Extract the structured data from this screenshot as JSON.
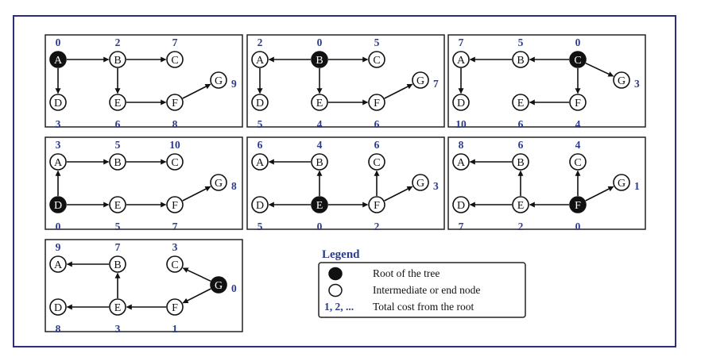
{
  "figure": {
    "colors": {
      "frame": "#2b2e78",
      "cost": "#2b3a8c",
      "line": "#111111",
      "root_fill": "#111111",
      "node_fill": "#ffffff"
    },
    "panels": [
      {
        "root": "A",
        "costs": {
          "A": "0",
          "B": "2",
          "C": "7",
          "D": "3",
          "E": "6",
          "F": "8",
          "G": "9"
        }
      },
      {
        "root": "B",
        "costs": {
          "A": "2",
          "B": "0",
          "C": "5",
          "D": "5",
          "E": "4",
          "F": "6",
          "G": "7"
        }
      },
      {
        "root": "C",
        "costs": {
          "A": "7",
          "B": "5",
          "C": "0",
          "D": "10",
          "E": "6",
          "F": "4",
          "G": "3"
        }
      },
      {
        "root": "D",
        "costs": {
          "A": "3",
          "B": "5",
          "C": "10",
          "D": "0",
          "E": "5",
          "F": "7",
          "G": "8"
        }
      },
      {
        "root": "E",
        "costs": {
          "A": "6",
          "B": "4",
          "C": "6",
          "D": "5",
          "E": "0",
          "F": "2",
          "G": "3"
        }
      },
      {
        "root": "F",
        "costs": {
          "A": "8",
          "B": "6",
          "C": "4",
          "D": "7",
          "E": "2",
          "F": "0",
          "G": "1"
        }
      },
      {
        "root": "G",
        "costs": {
          "A": "9",
          "B": "7",
          "C": "3",
          "D": "8",
          "E": "3",
          "F": "1",
          "G": "0"
        }
      }
    ],
    "legend": {
      "title": "Legend",
      "root_label": "Root of the tree",
      "node_label": "Intermediate or end node",
      "cost_symbol": "1, 2, ...",
      "cost_label": "Total cost from the root"
    }
  }
}
